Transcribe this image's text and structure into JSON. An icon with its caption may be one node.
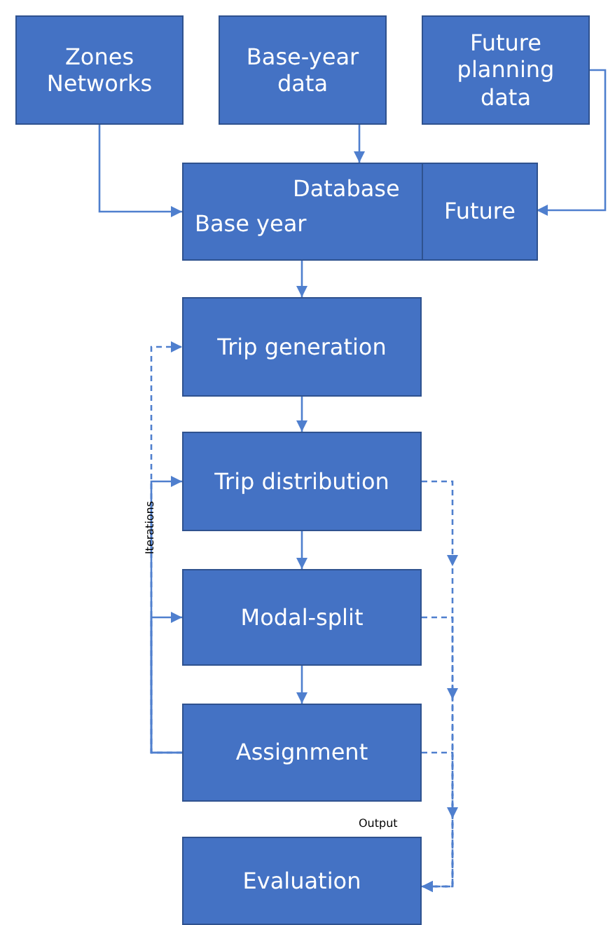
{
  "diagram": {
    "nodes": [
      {
        "text": [
          "Zones Networks"
        ]
      },
      {
        "text": [
          "Base-year data"
        ]
      },
      {
        "text": [
          "Future planning data"
        ]
      },
      {
        "text": [
          "Database",
          "Base year"
        ]
      },
      {
        "text": [
          "Future"
        ],
        "in": 3
      },
      {
        "text": [
          "Trip generation"
        ]
      },
      {
        "text": [
          "Trip distribution"
        ]
      },
      {
        "text": [
          "Modal-split"
        ]
      },
      {
        "text": [
          "Assignment"
        ]
      },
      {
        "text": [
          "Evaluation"
        ]
      }
    ],
    "edges": [
      {
        "from": 0,
        "to": 3,
        "arrow": "to"
      },
      {
        "from": 1,
        "to": 3,
        "arrow": "to"
      },
      {
        "from": 2,
        "to": 4,
        "arrow": "to"
      },
      {
        "from": 3,
        "to": 5,
        "arrow": "to"
      },
      {
        "from": 5,
        "to": 6,
        "arrow": "to"
      },
      {
        "from": 6,
        "to": 7,
        "arrow": "to"
      },
      {
        "from": 7,
        "to": 8,
        "arrow": "to"
      },
      {
        "from": 8,
        "to": 6,
        "arrow": "to"
      },
      {
        "from": 8,
        "to": 7,
        "arrow": "to"
      },
      {
        "from": 8,
        "to": 5,
        "arrow": "to",
        "style": "dashed"
      },
      {
        "from": 6,
        "to": 9,
        "arrow": "to",
        "style": "dashed"
      },
      {
        "from": 7,
        "to": 9,
        "arrow": "to",
        "style": "dashed"
      },
      {
        "from": 8,
        "to": 9,
        "arrow": "to",
        "style": "dashed"
      }
    ],
    "labels": [
      "Iterations",
      "Output"
    ]
  }
}
